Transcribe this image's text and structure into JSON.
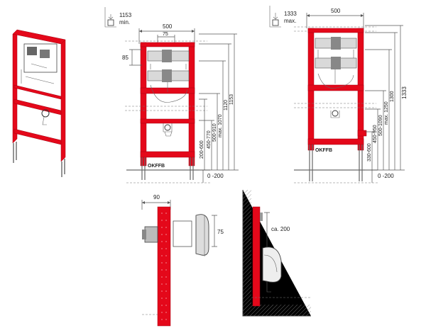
{
  "colors": {
    "frame_red": "#e4081a",
    "line": "#555555",
    "paper": "#ffffff"
  },
  "view_left": {
    "min_height_value": "1153",
    "min_height_unit": "min.",
    "width": "500",
    "dim_75": "75",
    "dim_85": "85",
    "vdims": [
      "200-600",
      "450-770",
      "500-910",
      "max. 1070",
      "1120",
      "1153"
    ],
    "floor_label": "OKFFB",
    "floor_offset": "0 -200"
  },
  "view_right": {
    "max_height_value": "1333",
    "max_height_unit": "max.",
    "width": "500",
    "vdims": [
      "330-600",
      "450-950",
      "500-1090",
      "max. 1250",
      "1300",
      "1333"
    ],
    "floor_label": "OKFFB",
    "floor_offset": "0 -200"
  },
  "section_left": {
    "dim_90": "90",
    "dim_75": "75"
  },
  "section_right": {
    "ca_label": "ca. 200"
  }
}
